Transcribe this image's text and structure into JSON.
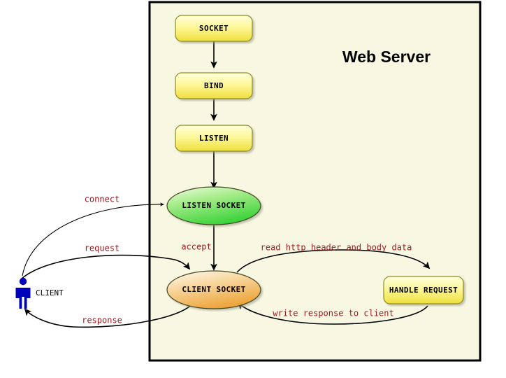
{
  "diagram": {
    "title": "Web Server",
    "container": {
      "label": "Web Server",
      "background_color": "#f8f8e0",
      "border_color": "#000000"
    },
    "colors": {
      "process_box_top": "#ffffd8",
      "process_box_bottom": "#f0e040",
      "process_box_border": "#8b8b22",
      "listen_socket_top": "#ddf7cb",
      "listen_socket_bottom": "#3fd63f",
      "client_socket_top": "#fdf2de",
      "client_socket_bottom": "#eda43a",
      "edge_label_color": "#9e1b20",
      "actor_color": "#0000bb",
      "canvas_background": "#ffffff"
    },
    "nodes": [
      {
        "id": "socket",
        "label": "SOCKET",
        "shape": "rounded-rect"
      },
      {
        "id": "bind",
        "label": "BIND",
        "shape": "rounded-rect"
      },
      {
        "id": "listen",
        "label": "LISTEN",
        "shape": "rounded-rect"
      },
      {
        "id": "listen-socket",
        "label": "LISTEN SOCKET",
        "shape": "ellipse"
      },
      {
        "id": "client-socket",
        "label": "CLIENT SOCKET",
        "shape": "ellipse"
      },
      {
        "id": "handle-request",
        "label": "HANDLE REQUEST",
        "shape": "rounded-rect"
      }
    ],
    "actor": {
      "id": "client",
      "label": "CLIENT"
    },
    "edges": [
      {
        "id": "socket-to-bind",
        "label": ""
      },
      {
        "id": "bind-to-listen",
        "label": ""
      },
      {
        "id": "listen-to-listen-socket",
        "label": ""
      },
      {
        "id": "listen-socket-to-client-socket",
        "label": "accept"
      },
      {
        "id": "client-to-listen-socket",
        "label": "connect"
      },
      {
        "id": "client-to-client-socket",
        "label": "request"
      },
      {
        "id": "client-socket-to-client",
        "label": "response"
      },
      {
        "id": "client-socket-to-handle",
        "label": "read http header and body data"
      },
      {
        "id": "handle-to-client-socket",
        "label": "write response to client"
      }
    ]
  }
}
